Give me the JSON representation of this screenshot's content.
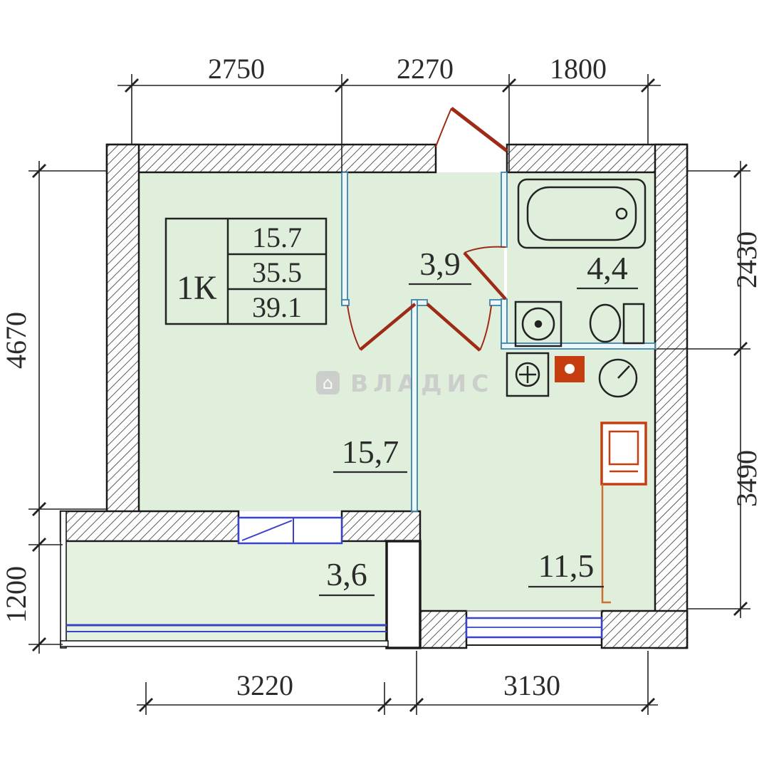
{
  "dimensions": {
    "top": [
      "2750",
      "2270",
      "1800"
    ],
    "left": [
      "4670",
      "1200"
    ],
    "right": [
      "2430",
      "3490"
    ],
    "bottom": [
      "3220",
      "3130"
    ]
  },
  "rooms": {
    "living": "15,7",
    "hall": "3,9",
    "bathroom": "4,4",
    "kitchen": "11,5",
    "balcony": "3,6"
  },
  "legend": {
    "apartment_type": "1К",
    "values": [
      "15.7",
      "35.5",
      "39.1"
    ]
  },
  "watermark": {
    "text": "ВЛАДИС"
  },
  "icons": {
    "watermark_house": "⌂"
  },
  "colors": {
    "wall": "#1a1a1a",
    "room_fill": "#e0efdc",
    "door": "#9e2b16",
    "window": "#3a42c8",
    "fixture_accent": "#c63d10",
    "partition": "#3b84a8",
    "watermark": "#c9c9c9"
  }
}
